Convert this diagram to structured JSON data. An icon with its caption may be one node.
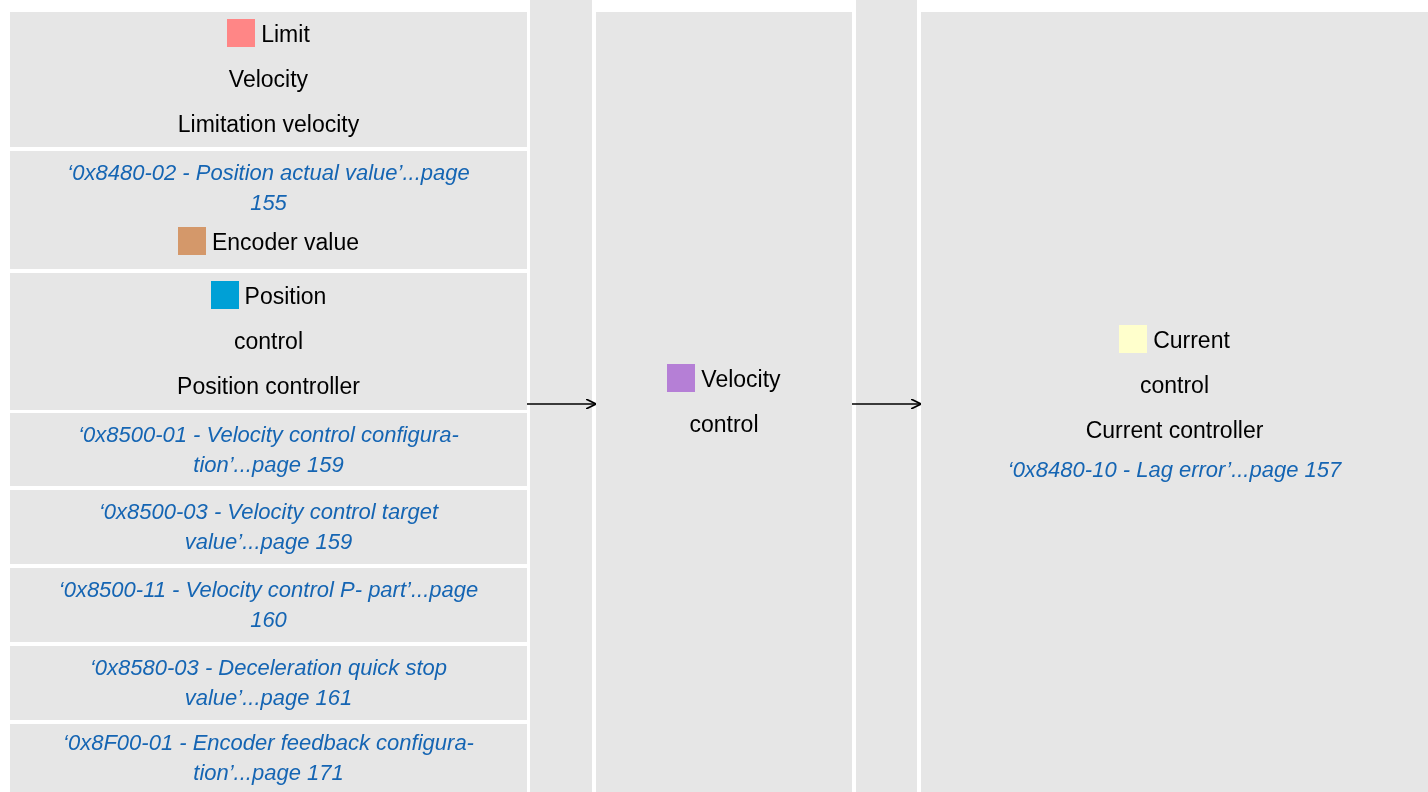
{
  "diagram": {
    "nodes": [
      {
        "text": [
          "Limit Velocity",
          "Limitation velocity"
        ]
      },
      {
        "text": [
          "‘0x8480-02 - Position actual value’...page 155",
          "Encoder value"
        ]
      },
      {
        "text": [
          "Position control",
          "Position controller"
        ]
      },
      {
        "text": [
          "‘0x8500-01 - Velocity control configura- tion’...page 159"
        ]
      },
      {
        "text": [
          "‘0x8500-03 - Velocity control target value’...page 159"
        ]
      },
      {
        "text": [
          "‘0x8500-11 - Velocity control P- part’...page 160"
        ]
      },
      {
        "text": [
          "‘0x8580-03 - Deceleration quick stop value’...page 161"
        ]
      },
      {
        "text": [
          "‘0x8F00-01 - Encoder feedback configura- tion’...page 171"
        ]
      },
      {
        "text": [
          "Velocity control"
        ]
      },
      {
        "text": [
          "Current control",
          "Current controller",
          "‘0x8480-10 - Lag error’...page 157"
        ]
      }
    ],
    "edges": [
      {
        "from": 2,
        "to": 8,
        "arrow": "to"
      },
      {
        "from": 8,
        "to": 9,
        "arrow": "to"
      }
    ]
  }
}
